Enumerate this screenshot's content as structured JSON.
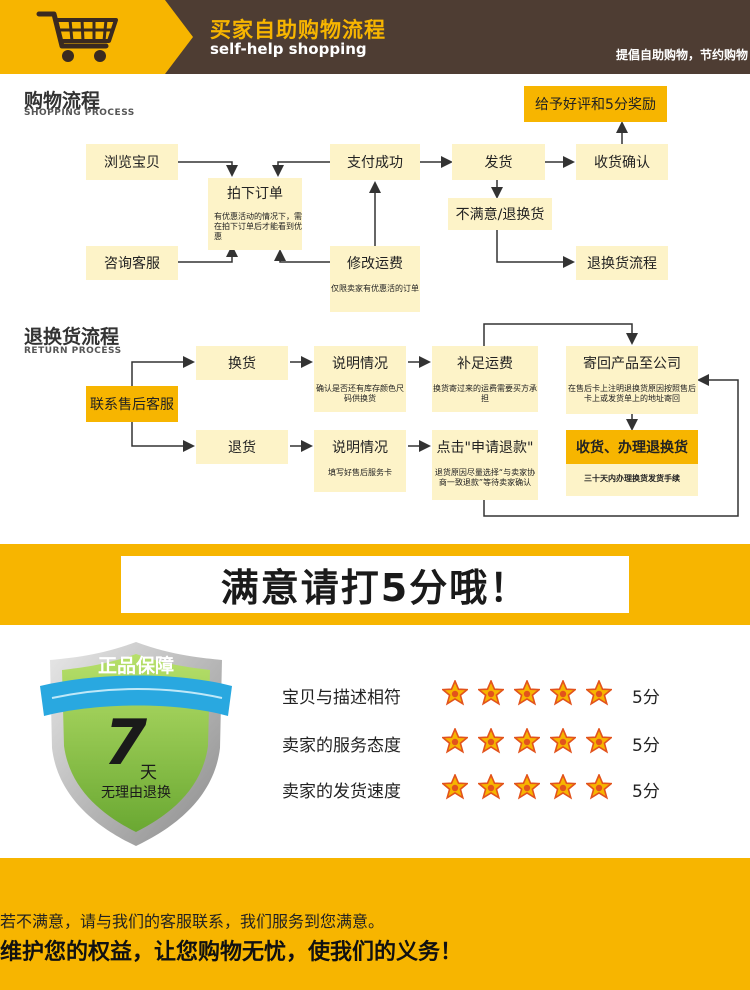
{
  "header": {
    "title": "买家自助购物流程",
    "subtitle": "self-help shopping",
    "slogan": "提倡自助购物，节约购物",
    "icon": "shopping-cart-icon"
  },
  "shopping": {
    "title": "购物流程",
    "subtitle": "SHOPPING PROCESS",
    "steps": {
      "browse": "浏览宝贝",
      "order": "拍下订单",
      "order_note": "有优惠活动的情况下，需在拍下订单后才能看到优惠",
      "consult": "咨询客服",
      "pay": "支付成功",
      "modify_freight": "修改运费",
      "modify_note": "仅限卖家有优惠活的订单",
      "ship": "发货",
      "receive": "收货确认",
      "reward": "给予好评和5分奖励",
      "unsatisfied": "不满意/退换货",
      "return_flow": "退换货流程"
    }
  },
  "returns": {
    "title": "退换货流程",
    "subtitle": "RETURN PROCESS",
    "steps": {
      "contact": "联系售后客服",
      "exchange": "换货",
      "refund": "退货",
      "explain1": "说明情况",
      "explain1_note": "确认是否还有库存颜色尺码供换货",
      "explain2": "说明情况",
      "explain2_note": "填写好售后服务卡",
      "supplement": "补足运费",
      "supplement_note": "换货寄过来的运费需要买方承担",
      "apply_refund": "点击\"申请退款\"",
      "apply_note": "退货原因尽量选择“与卖家协商一致退款”等待卖家确认",
      "send_back": "寄回产品至公司",
      "send_back_note": "在售后卡上注明退换货原因按照售后卡上或发货单上的地址寄回",
      "receive_process": "收货、办理退换货",
      "days_note": "三十天内办理换货发货手续"
    }
  },
  "banner": {
    "text": "满意请打5分哦！"
  },
  "badge": {
    "title": "正品保障",
    "number": "7",
    "unit": "天",
    "caption": "无理由退换",
    "icon": "shield-icon"
  },
  "ratings": [
    {
      "label": "宝贝与描述相符",
      "stars": 5,
      "score": "5分"
    },
    {
      "label": "卖家的服务态度",
      "stars": 5,
      "score": "5分"
    },
    {
      "label": "卖家的发货速度",
      "stars": 5,
      "score": "5分"
    }
  ],
  "footer": {
    "line1": "若不满意，请与我们的客服联系，我们服务到您满意。",
    "line2": "维护您的权益，让您购物无忧，使我们的义务！"
  },
  "colors": {
    "accent": "#f7b500",
    "header_bg": "#4e3d33",
    "box_light": "#fdf3c8",
    "shield_green": "#8cc63f",
    "shield_blue": "#29a8e0"
  }
}
